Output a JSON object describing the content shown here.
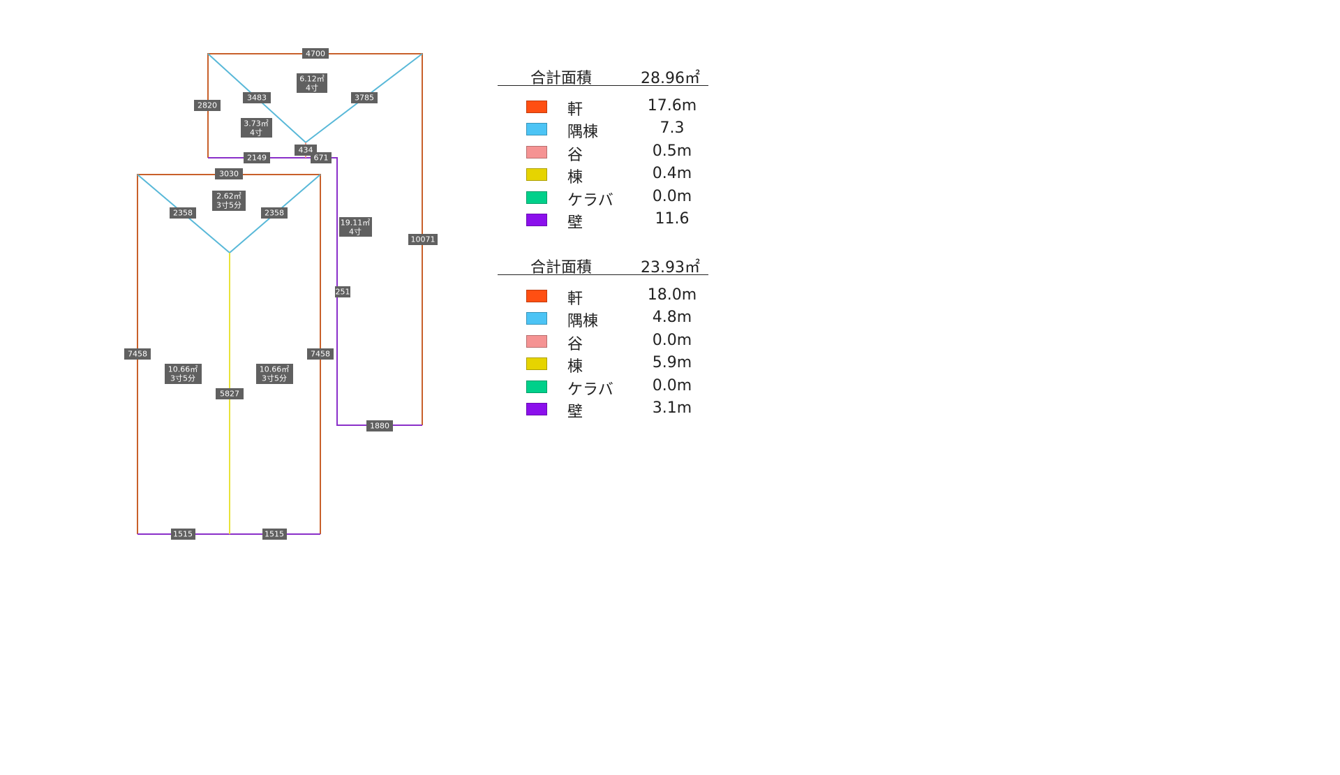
{
  "colors": {
    "eave": "#ff4f12",
    "hip": "#4cc4f5",
    "valley": "#f59393",
    "ridge": "#e6d400",
    "gable": "#00d08a",
    "wall": "#8b10ec",
    "plan_eave": "#c8602a",
    "plan_hip": "#58b8d8",
    "plan_ridge": "#e8e23a",
    "plan_wall": "#8a2fc9",
    "label_bg": "#606060"
  },
  "diagram": {
    "top_roof": {
      "eave_top": "4700",
      "left": "2820",
      "hip_left": "3483",
      "hip_right": "3785",
      "valley": "434",
      "wall_left": "2149",
      "wall_mid": "671",
      "right": "10071",
      "wall_vertical": "251",
      "wall_bottom": "1880",
      "faces": [
        {
          "area": "6.12㎡",
          "pitch": "4寸"
        },
        {
          "area": "3.73㎡",
          "pitch": "4寸"
        },
        {
          "area": "19.11㎡",
          "pitch": "4寸"
        }
      ]
    },
    "bottom_roof": {
      "eave_top": "3030",
      "hip_left": "2358",
      "hip_right": "2358",
      "left": "7458",
      "right": "7458",
      "ridge": "5827",
      "wall_left": "1515",
      "wall_right": "1515",
      "faces": [
        {
          "area": "2.62㎡",
          "pitch": "3寸5分"
        },
        {
          "area": "10.66㎡",
          "pitch": "3寸5分"
        },
        {
          "area": "10.66㎡",
          "pitch": "3寸5分"
        }
      ]
    }
  },
  "legends": [
    {
      "title": "合計面積",
      "total": "28.96㎡",
      "rows": [
        {
          "label": "軒",
          "value": "17.6m"
        },
        {
          "label": "隅棟",
          "value": "7.3"
        },
        {
          "label": "谷",
          "value": "0.5m"
        },
        {
          "label": "棟",
          "value": "0.4m"
        },
        {
          "label": "ケラバ",
          "value": "0.0m"
        },
        {
          "label": "壁",
          "value": "11.6"
        }
      ]
    },
    {
      "title": "合計面積",
      "total": "23.93㎡",
      "rows": [
        {
          "label": "軒",
          "value": "18.0m"
        },
        {
          "label": "隅棟",
          "value": "4.8m"
        },
        {
          "label": "谷",
          "value": "0.0m"
        },
        {
          "label": "棟",
          "value": "5.9m"
        },
        {
          "label": "ケラバ",
          "value": "0.0m"
        },
        {
          "label": "壁",
          "value": "3.1m"
        }
      ]
    }
  ]
}
